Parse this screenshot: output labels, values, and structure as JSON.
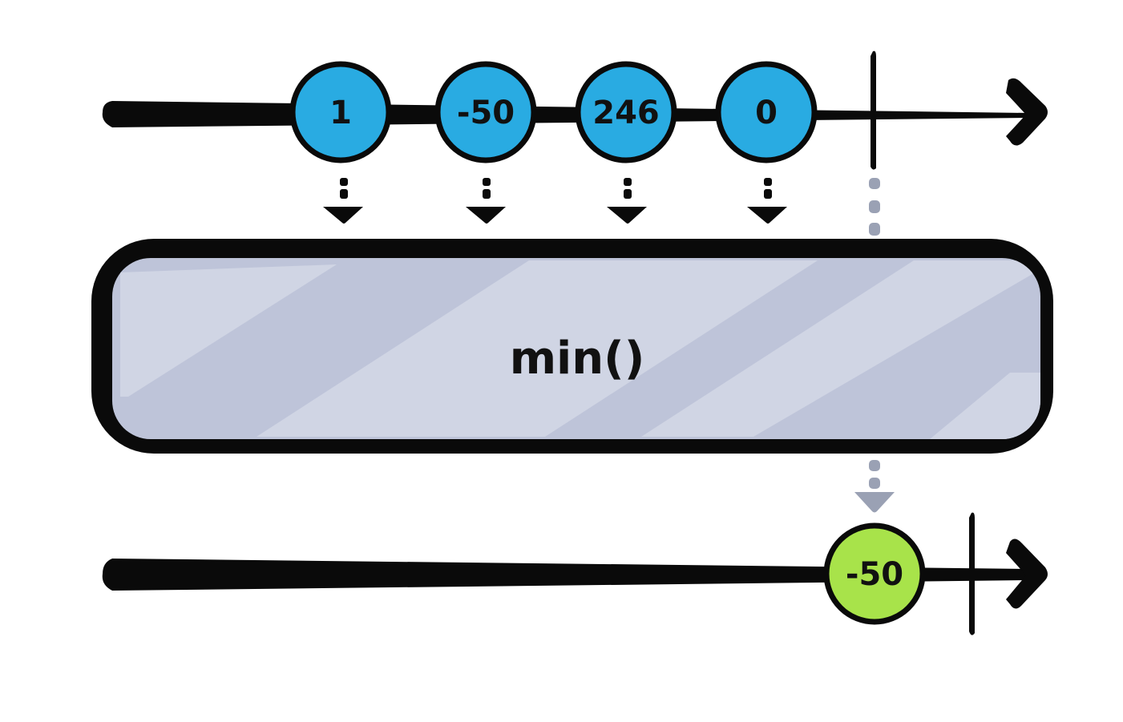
{
  "input_marbles": [
    {
      "label": "1",
      "color": "#29abe2"
    },
    {
      "label": "-50",
      "color": "#29abe2"
    },
    {
      "label": "246",
      "color": "#29abe2"
    },
    {
      "label": "0",
      "color": "#29abe2"
    }
  ],
  "operator": {
    "label": "min()",
    "fill": "#bec4d9",
    "stripe": "#d0d5e4"
  },
  "output_marbles": [
    {
      "label": "-50",
      "color": "#a8e34a"
    }
  ],
  "colors": {
    "line": "#0a0a0a",
    "arrow": "#0a0a0a",
    "completion_arrow": "#9aa1b4"
  }
}
